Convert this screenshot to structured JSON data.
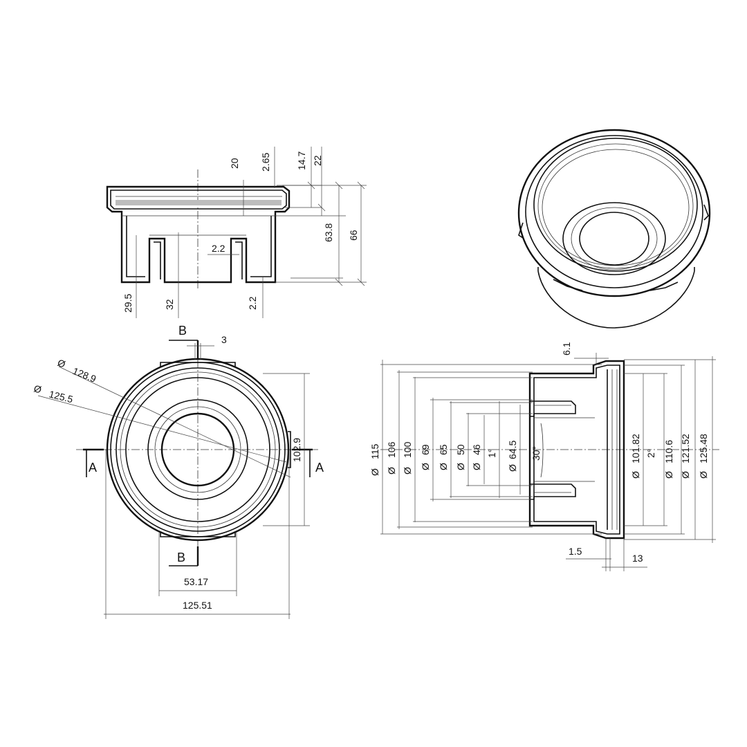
{
  "drawing": {
    "colors": {
      "line": "#111111",
      "background": "#ffffff",
      "band": "#bdbdbd"
    },
    "section_labels": {
      "a_left": "A",
      "a_right": "A",
      "b_top": "B",
      "b_bottom": "B"
    },
    "front_view_dims": {
      "d20": "20",
      "d2_65": "2.65",
      "d14_7": "14.7",
      "d22": "22",
      "d63_8": "63.8",
      "d66": "66",
      "d2_2_mid": "2.2",
      "d29_5": "29.5",
      "d32": "32",
      "d2_2_bot": "2.2"
    },
    "top_view_dims": {
      "d3": "3",
      "dia128_9": "128.9",
      "dia125_5": "125.5",
      "d102_9": "102.9",
      "d53_17": "53.17",
      "d125_51": "125.51"
    },
    "section_view_dims": {
      "d6_1": "6.1",
      "dia115": "115",
      "dia106": "106",
      "dia100": "100",
      "dia69": "69",
      "dia65": "65",
      "dia50": "50",
      "dia46": "46",
      "ang1": "1°",
      "dia64_5": "64.5",
      "ang30": "30°",
      "dia101_82": "101.82",
      "ang2": "2°",
      "dia110_6": "110.6",
      "dia121_52": "121.52",
      "dia125_48": "125.48",
      "d1_5": "1.5",
      "d13": "13"
    },
    "diameter_symbol": "Ø"
  }
}
